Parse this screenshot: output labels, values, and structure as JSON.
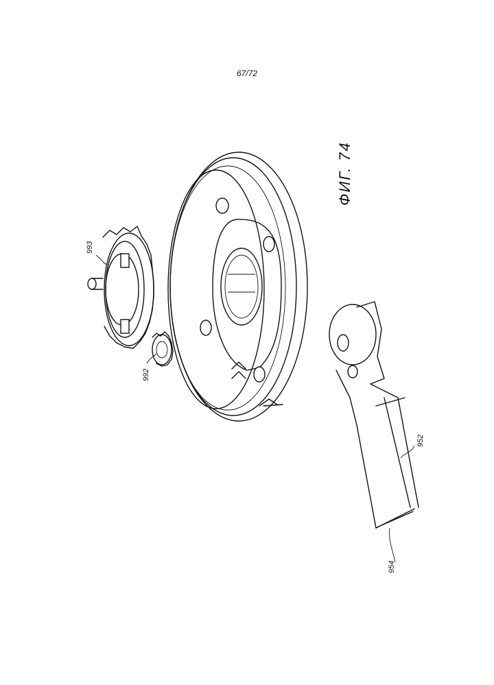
{
  "page_number": "67/72",
  "figure_caption": "ФИГ. 74",
  "reference_labels": {
    "gear_large": "993",
    "gear_small": "992",
    "tube_body": "952",
    "tube_opening": "954"
  }
}
